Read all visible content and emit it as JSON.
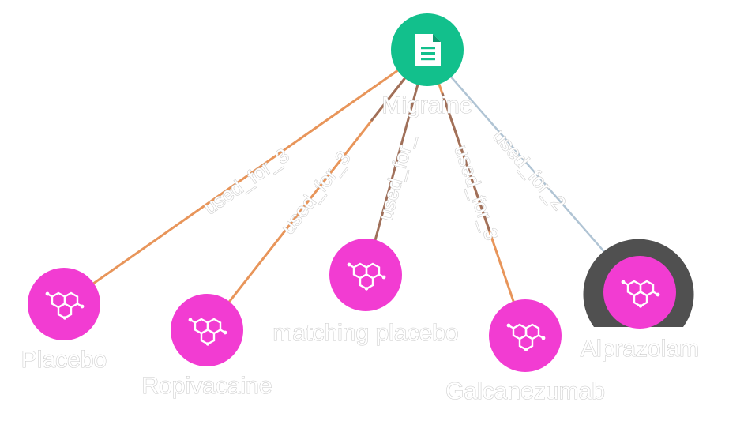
{
  "colors": {
    "disease_node": "#12c08c",
    "drug_node": "#f23cd2",
    "selection_halo": "#505050",
    "edge_orange": "#e8955a",
    "edge_brown": "#a0705a",
    "edge_gray": "#b0c4d4",
    "label_fill": "#ffffff",
    "label_outline": "#c9c9c9"
  },
  "center": {
    "label": "Migraine",
    "icon": "document-icon"
  },
  "drugs": [
    {
      "label": "Placebo",
      "icon": "molecule-icon",
      "edge": "used_for_3"
    },
    {
      "label": "Ropivacaine",
      "icon": "molecule-icon",
      "edge": "used_for_3"
    },
    {
      "label": "matching placebo",
      "icon": "molecule-icon",
      "edge": "used_for_"
    },
    {
      "label": "Galcanezumab",
      "icon": "molecule-icon",
      "edge": "used_for_3"
    },
    {
      "label": "Alprazolam",
      "icon": "molecule-icon",
      "edge": "used_for_2",
      "selected": true
    }
  ]
}
